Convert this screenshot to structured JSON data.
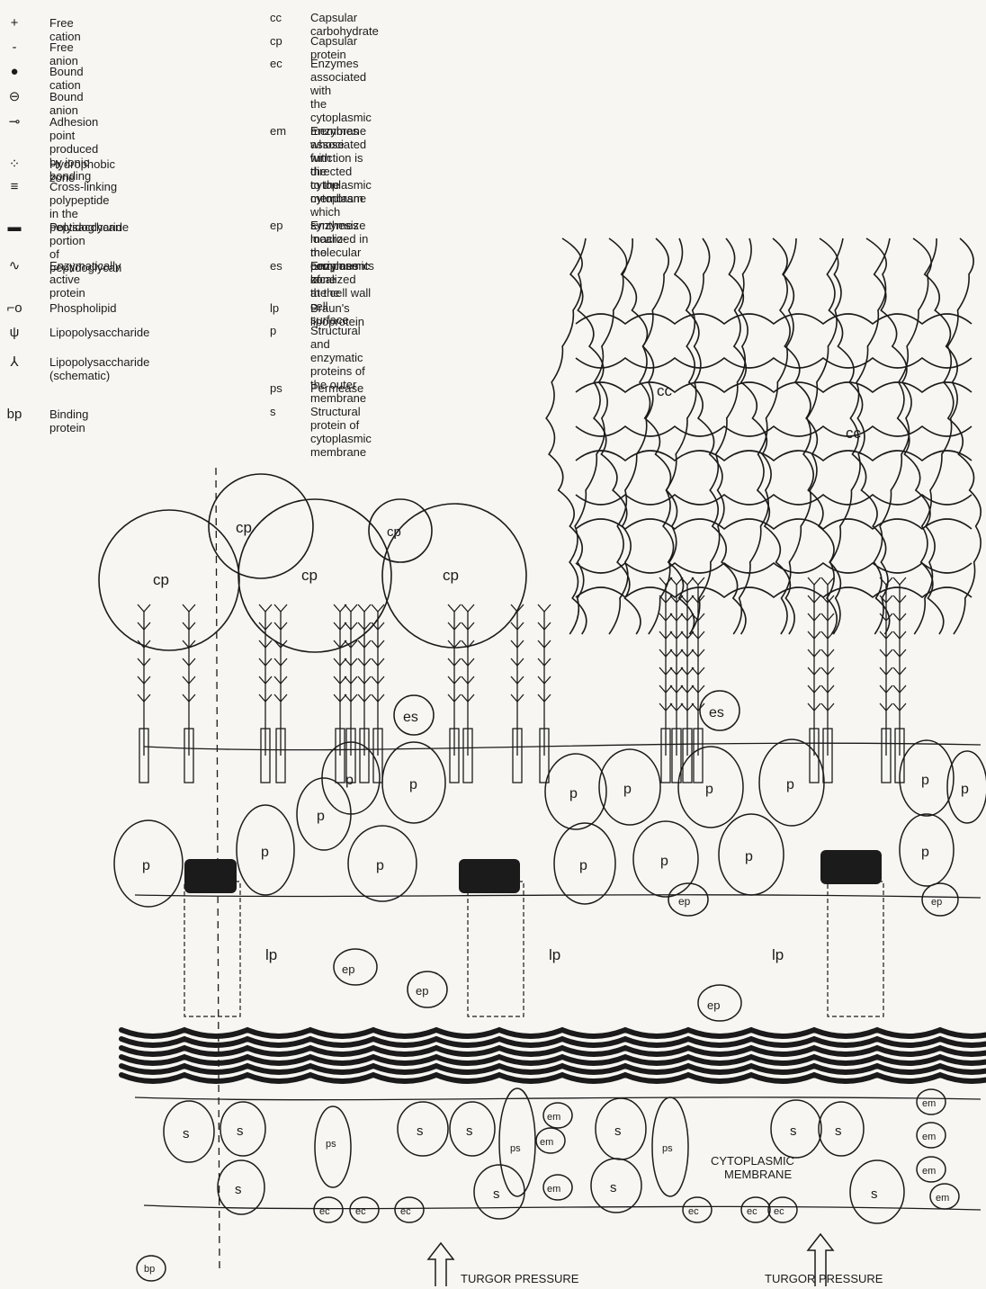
{
  "legend_left": [
    {
      "sym": "+",
      "text": "Free cation"
    },
    {
      "sym": "-",
      "text": "Free anion"
    },
    {
      "sym": "●",
      "text": "Bound cation"
    },
    {
      "sym": "⊖",
      "text": "Bound anion"
    },
    {
      "sym": "⊸",
      "text": "Adhesion point produced\nby ionic bonding"
    },
    {
      "sym": "⁘",
      "text": "Hydrophobic zone"
    },
    {
      "sym": "≡",
      "text": "Cross-linking polypeptide\nin the peptidoglycan"
    },
    {
      "sym": "▬",
      "text": "Polysaccharide portion\nof peptidoglycan"
    },
    {
      "sym": "∿",
      "text": "Enzymatically active\nprotein"
    },
    {
      "sym": "⌐o",
      "text": "Phospholipid"
    },
    {
      "sym": "ψ",
      "text": "Lipopolysaccharide"
    },
    {
      "sym": "⅄",
      "text": "Lipopolysaccharide\n(schematic)"
    },
    {
      "sym": "bp",
      "text": "Binding protein"
    }
  ],
  "legend_right": [
    {
      "abbr": "cc",
      "text": "Capsular carbohydrate"
    },
    {
      "abbr": "cp",
      "text": "Capsular protein"
    },
    {
      "abbr": "ec",
      "text": "Enzymes associated with\nthe cytoplasmic membrane\nwhose function is directed\nto the cytoplasm"
    },
    {
      "abbr": "em",
      "text": "Enzymes associated with\nthe cytoplasmic membrane\nwhich synthesize macro-\nmolecular components of\nthe cell wall"
    },
    {
      "abbr": "ep",
      "text": "Enzymes localized in the\nperiplasmic zone"
    },
    {
      "abbr": "es",
      "text": "Enzymes localized at the\ncell surface"
    },
    {
      "abbr": "lp",
      "text": "Braun's lipoprotein"
    },
    {
      "abbr": "p",
      "text": "Structural and enzymatic\nproteins of the outer\nmembrane"
    },
    {
      "abbr": "ps",
      "text": "Permease"
    },
    {
      "abbr": "s",
      "text": "Structural protein of\ncytoplasmic membrane"
    }
  ],
  "diagram": {
    "cc": "cc",
    "cp": "cp",
    "es": "es",
    "p": "p",
    "ep": "ep",
    "lp": "lp",
    "s": "s",
    "em": "em",
    "ec": "ec",
    "ps": "ps",
    "bp": "bp",
    "cytoplasmic_membrane": "CYTOPLASMIC\nMEMBRANE",
    "turgor": "TURGOR PRESSURE"
  },
  "colors": {
    "ink": "#1b1b1b",
    "paper": "#f7f6f2"
  }
}
